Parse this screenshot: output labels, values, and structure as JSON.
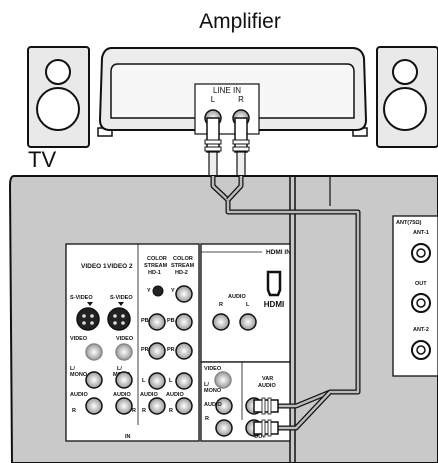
{
  "title": "Amplifier",
  "tv_label": "TV",
  "amplifier": {
    "line_in": "LINE IN",
    "left": "L",
    "right": "R"
  },
  "panel": {
    "video1": "VIDEO 1",
    "video2": "VIDEO 2",
    "color_stream_1": [
      "COLOR",
      "STREAM",
      "HD-1"
    ],
    "color_stream_2": [
      "COLOR",
      "STREAM",
      "HD-2"
    ],
    "svideo": "S-VIDEO",
    "video": "VIDEO",
    "l_mono": [
      "L/",
      "MONO"
    ],
    "audio": "AUDIO",
    "l": "L",
    "r": "R",
    "in": "IN",
    "out": "OUT",
    "y": "Y",
    "pb": "PB",
    "pr": "PR",
    "hdmi_in": "HDMI IN",
    "hdmi_logo": "HDMI",
    "audio_hdmi": "AUDIO",
    "var_audio": [
      "VAR",
      "AUDIO"
    ],
    "ant": "ANT(75Ω)",
    "ant1": "ANT-1",
    "ant_out": "OUT",
    "ant2": "ANT-2"
  },
  "colors": {
    "panel": "#c9c9c9",
    "speaker": "#e9e9e9",
    "cable": "#555555"
  }
}
